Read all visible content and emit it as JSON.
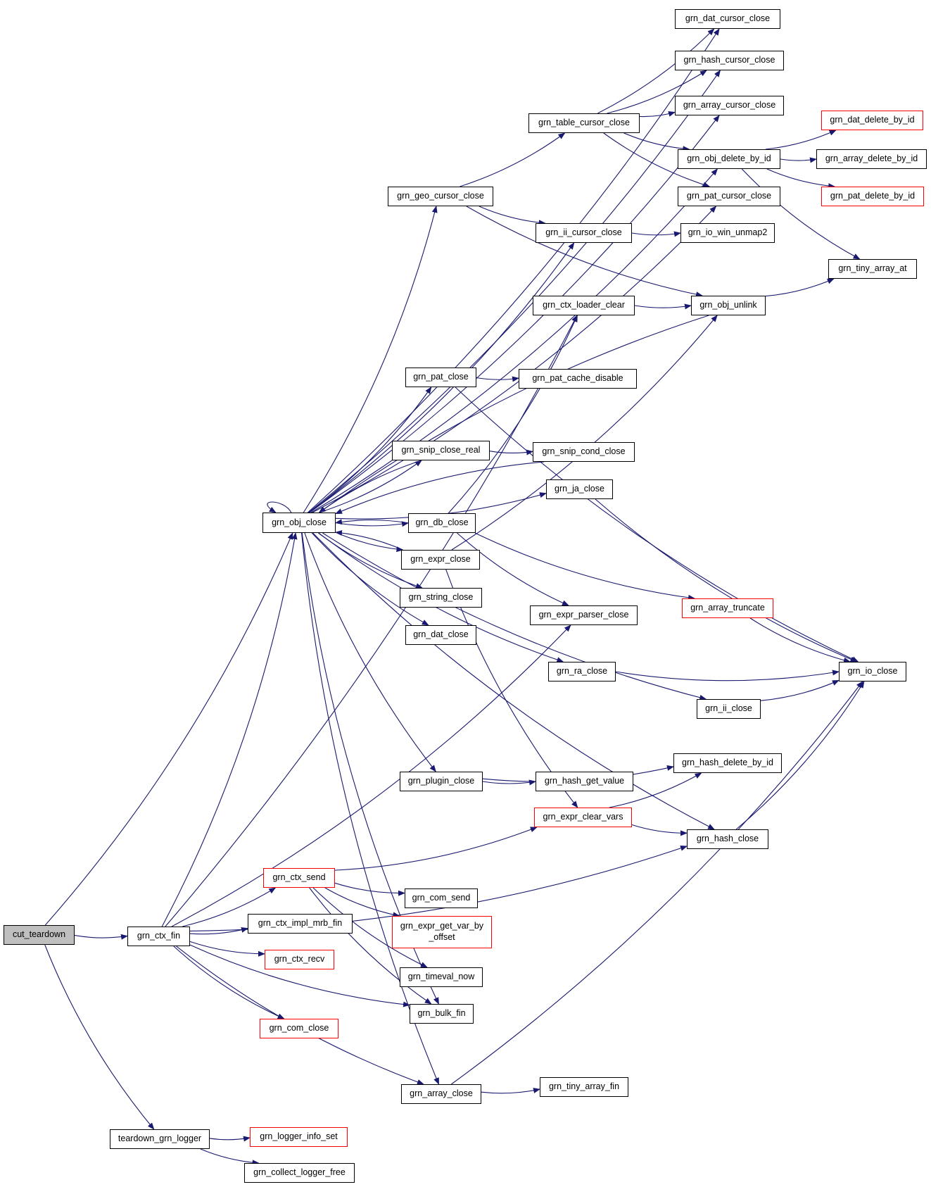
{
  "colors": {
    "edge": "#191970",
    "node_border": "#000000",
    "external_border": "#ff0000",
    "root_fill": "#bfbfbf"
  },
  "nodes": [
    {
      "id": "cut_teardown",
      "label": "cut_teardown",
      "root": true
    },
    {
      "id": "grn_ctx_fin",
      "label": "grn_ctx_fin"
    },
    {
      "id": "teardown_grn_logger",
      "label": "teardown_grn_logger"
    },
    {
      "id": "grn_obj_close",
      "label": "grn_obj_close"
    },
    {
      "id": "grn_dat_cursor_close",
      "label": "grn_dat_cursor_close"
    },
    {
      "id": "grn_hash_cursor_close",
      "label": "grn_hash_cursor_close"
    },
    {
      "id": "grn_array_cursor_close",
      "label": "grn_array_cursor_close"
    },
    {
      "id": "grn_table_cursor_close",
      "label": "grn_table_cursor_close"
    },
    {
      "id": "grn_dat_delete_by_id",
      "label": "grn_dat_delete_by_id",
      "ext": true
    },
    {
      "id": "grn_obj_delete_by_id",
      "label": "grn_obj_delete_by_id"
    },
    {
      "id": "grn_array_delete_by_id",
      "label": "grn_array_delete_by_id"
    },
    {
      "id": "grn_geo_cursor_close",
      "label": "grn_geo_cursor_close"
    },
    {
      "id": "grn_pat_cursor_close",
      "label": "grn_pat_cursor_close"
    },
    {
      "id": "grn_pat_delete_by_id",
      "label": "grn_pat_delete_by_id",
      "ext": true
    },
    {
      "id": "grn_ii_cursor_close",
      "label": "grn_ii_cursor_close"
    },
    {
      "id": "grn_io_win_unmap2",
      "label": "grn_io_win_unmap2"
    },
    {
      "id": "grn_tiny_array_at",
      "label": "grn_tiny_array_at"
    },
    {
      "id": "grn_ctx_loader_clear",
      "label": "grn_ctx_loader_clear"
    },
    {
      "id": "grn_obj_unlink",
      "label": "grn_obj_unlink"
    },
    {
      "id": "grn_pat_close",
      "label": "grn_pat_close"
    },
    {
      "id": "grn_pat_cache_disable",
      "label": "grn_pat_cache_disable"
    },
    {
      "id": "grn_snip_close_real",
      "label": "grn_snip_close_real"
    },
    {
      "id": "grn_snip_cond_close",
      "label": "grn_snip_cond_close"
    },
    {
      "id": "grn_ja_close",
      "label": "grn_ja_close"
    },
    {
      "id": "grn_db_close",
      "label": "grn_db_close"
    },
    {
      "id": "grn_expr_close",
      "label": "grn_expr_close"
    },
    {
      "id": "grn_string_close",
      "label": "grn_string_close"
    },
    {
      "id": "grn_array_truncate",
      "label": "grn_array_truncate",
      "ext": true
    },
    {
      "id": "grn_expr_parser_close",
      "label": "grn_expr_parser_close"
    },
    {
      "id": "grn_dat_close",
      "label": "grn_dat_close"
    },
    {
      "id": "grn_io_close",
      "label": "grn_io_close"
    },
    {
      "id": "grn_ra_close",
      "label": "grn_ra_close"
    },
    {
      "id": "grn_ii_close",
      "label": "grn_ii_close"
    },
    {
      "id": "grn_hash_delete_by_id",
      "label": "grn_hash_delete_by_id"
    },
    {
      "id": "grn_plugin_close",
      "label": "grn_plugin_close"
    },
    {
      "id": "grn_hash_get_value",
      "label": "grn_hash_get_value"
    },
    {
      "id": "grn_expr_clear_vars",
      "label": "grn_expr_clear_vars",
      "ext": true
    },
    {
      "id": "grn_hash_close",
      "label": "grn_hash_close"
    },
    {
      "id": "grn_ctx_send",
      "label": "grn_ctx_send",
      "ext": true
    },
    {
      "id": "grn_com_send",
      "label": "grn_com_send"
    },
    {
      "id": "grn_ctx_impl_mrb_fin",
      "label": "grn_ctx_impl_mrb_fin"
    },
    {
      "id": "grn_expr_get_var_by_offset",
      "label": "grn_expr_get_var_by\n_offset",
      "ext": true
    },
    {
      "id": "grn_ctx_recv",
      "label": "grn_ctx_recv",
      "ext": true
    },
    {
      "id": "grn_timeval_now",
      "label": "grn_timeval_now"
    },
    {
      "id": "grn_bulk_fin",
      "label": "grn_bulk_fin"
    },
    {
      "id": "grn_com_close",
      "label": "grn_com_close",
      "ext": true
    },
    {
      "id": "grn_array_close",
      "label": "grn_array_close"
    },
    {
      "id": "grn_tiny_array_fin",
      "label": "grn_tiny_array_fin"
    },
    {
      "id": "grn_logger_info_set",
      "label": "grn_logger_info_set",
      "ext": true
    },
    {
      "id": "grn_collect_logger_free",
      "label": "grn_collect_logger_free"
    }
  ],
  "edges": [
    [
      "cut_teardown",
      "grn_ctx_fin"
    ],
    [
      "cut_teardown",
      "grn_obj_close"
    ],
    [
      "cut_teardown",
      "teardown_grn_logger"
    ],
    [
      "grn_ctx_fin",
      "grn_obj_close"
    ],
    [
      "grn_ctx_fin",
      "grn_ctx_loader_clear"
    ],
    [
      "grn_ctx_fin",
      "grn_expr_parser_close"
    ],
    [
      "grn_ctx_fin",
      "grn_ctx_send"
    ],
    [
      "grn_ctx_fin",
      "grn_ctx_impl_mrb_fin"
    ],
    [
      "grn_ctx_fin",
      "grn_ctx_recv"
    ],
    [
      "grn_ctx_fin",
      "grn_com_close"
    ],
    [
      "grn_ctx_fin",
      "grn_bulk_fin"
    ],
    [
      "grn_ctx_fin",
      "grn_hash_close"
    ],
    [
      "grn_ctx_fin",
      "grn_array_close"
    ],
    [
      "teardown_grn_logger",
      "grn_logger_info_set"
    ],
    [
      "teardown_grn_logger",
      "grn_collect_logger_free"
    ],
    [
      "grn_obj_close",
      "grn_obj_close"
    ],
    [
      "grn_obj_close",
      "grn_dat_cursor_close"
    ],
    [
      "grn_obj_close",
      "grn_hash_cursor_close"
    ],
    [
      "grn_obj_close",
      "grn_array_cursor_close"
    ],
    [
      "grn_obj_close",
      "grn_obj_delete_by_id"
    ],
    [
      "grn_obj_close",
      "grn_geo_cursor_close"
    ],
    [
      "grn_obj_close",
      "grn_pat_cursor_close"
    ],
    [
      "grn_obj_close",
      "grn_ii_cursor_close"
    ],
    [
      "grn_obj_close",
      "grn_pat_close"
    ],
    [
      "grn_obj_close",
      "grn_snip_close_real"
    ],
    [
      "grn_obj_close",
      "grn_ja_close"
    ],
    [
      "grn_obj_close",
      "grn_db_close"
    ],
    [
      "grn_obj_close",
      "grn_expr_close"
    ],
    [
      "grn_obj_close",
      "grn_string_close"
    ],
    [
      "grn_obj_close",
      "grn_dat_close"
    ],
    [
      "grn_obj_close",
      "grn_ra_close"
    ],
    [
      "grn_obj_close",
      "grn_ii_close"
    ],
    [
      "grn_obj_close",
      "grn_plugin_close"
    ],
    [
      "grn_obj_close",
      "grn_hash_close"
    ],
    [
      "grn_obj_close",
      "grn_bulk_fin"
    ],
    [
      "grn_obj_close",
      "grn_array_close"
    ],
    [
      "grn_table_cursor_close",
      "grn_dat_cursor_close"
    ],
    [
      "grn_table_cursor_close",
      "grn_hash_cursor_close"
    ],
    [
      "grn_table_cursor_close",
      "grn_array_cursor_close"
    ],
    [
      "grn_table_cursor_close",
      "grn_obj_delete_by_id"
    ],
    [
      "grn_table_cursor_close",
      "grn_pat_cursor_close"
    ],
    [
      "grn_obj_delete_by_id",
      "grn_dat_delete_by_id"
    ],
    [
      "grn_obj_delete_by_id",
      "grn_array_delete_by_id"
    ],
    [
      "grn_obj_delete_by_id",
      "grn_pat_delete_by_id"
    ],
    [
      "grn_obj_delete_by_id",
      "grn_tiny_array_at"
    ],
    [
      "grn_geo_cursor_close",
      "grn_table_cursor_close"
    ],
    [
      "grn_geo_cursor_close",
      "grn_ii_cursor_close"
    ],
    [
      "grn_geo_cursor_close",
      "grn_obj_unlink"
    ],
    [
      "grn_ii_cursor_close",
      "grn_io_win_unmap2"
    ],
    [
      "grn_ctx_loader_clear",
      "grn_obj_unlink"
    ],
    [
      "grn_obj_unlink",
      "grn_obj_close"
    ],
    [
      "grn_obj_unlink",
      "grn_tiny_array_at"
    ],
    [
      "grn_pat_close",
      "grn_pat_cache_disable"
    ],
    [
      "grn_pat_close",
      "grn_io_close"
    ],
    [
      "grn_snip_close_real",
      "grn_snip_cond_close"
    ],
    [
      "grn_snip_close_real",
      "grn_obj_close"
    ],
    [
      "grn_snip_cond_close",
      "grn_obj_close"
    ],
    [
      "grn_ja_close",
      "grn_io_close"
    ],
    [
      "grn_db_close",
      "grn_obj_close"
    ],
    [
      "grn_db_close",
      "grn_ctx_loader_clear"
    ],
    [
      "grn_db_close",
      "grn_expr_parser_close"
    ],
    [
      "grn_db_close",
      "grn_array_truncate"
    ],
    [
      "grn_expr_close",
      "grn_obj_close"
    ],
    [
      "grn_expr_close",
      "grn_obj_unlink"
    ],
    [
      "grn_expr_close",
      "grn_expr_clear_vars"
    ],
    [
      "grn_array_truncate",
      "grn_io_close"
    ],
    [
      "grn_ra_close",
      "grn_io_close"
    ],
    [
      "grn_ii_close",
      "grn_io_close"
    ],
    [
      "grn_plugin_close",
      "grn_hash_delete_by_id"
    ],
    [
      "grn_plugin_close",
      "grn_hash_get_value"
    ],
    [
      "grn_expr_clear_vars",
      "grn_hash_delete_by_id"
    ],
    [
      "grn_expr_clear_vars",
      "grn_hash_close"
    ],
    [
      "grn_hash_close",
      "grn_io_close"
    ],
    [
      "grn_ctx_send",
      "grn_expr_clear_vars"
    ],
    [
      "grn_ctx_send",
      "grn_com_send"
    ],
    [
      "grn_ctx_send",
      "grn_expr_get_var_by_offset"
    ],
    [
      "grn_ctx_send",
      "grn_timeval_now"
    ],
    [
      "grn_ctx_send",
      "grn_bulk_fin"
    ],
    [
      "grn_array_close",
      "grn_tiny_array_fin"
    ],
    [
      "grn_array_close",
      "grn_io_close"
    ]
  ]
}
